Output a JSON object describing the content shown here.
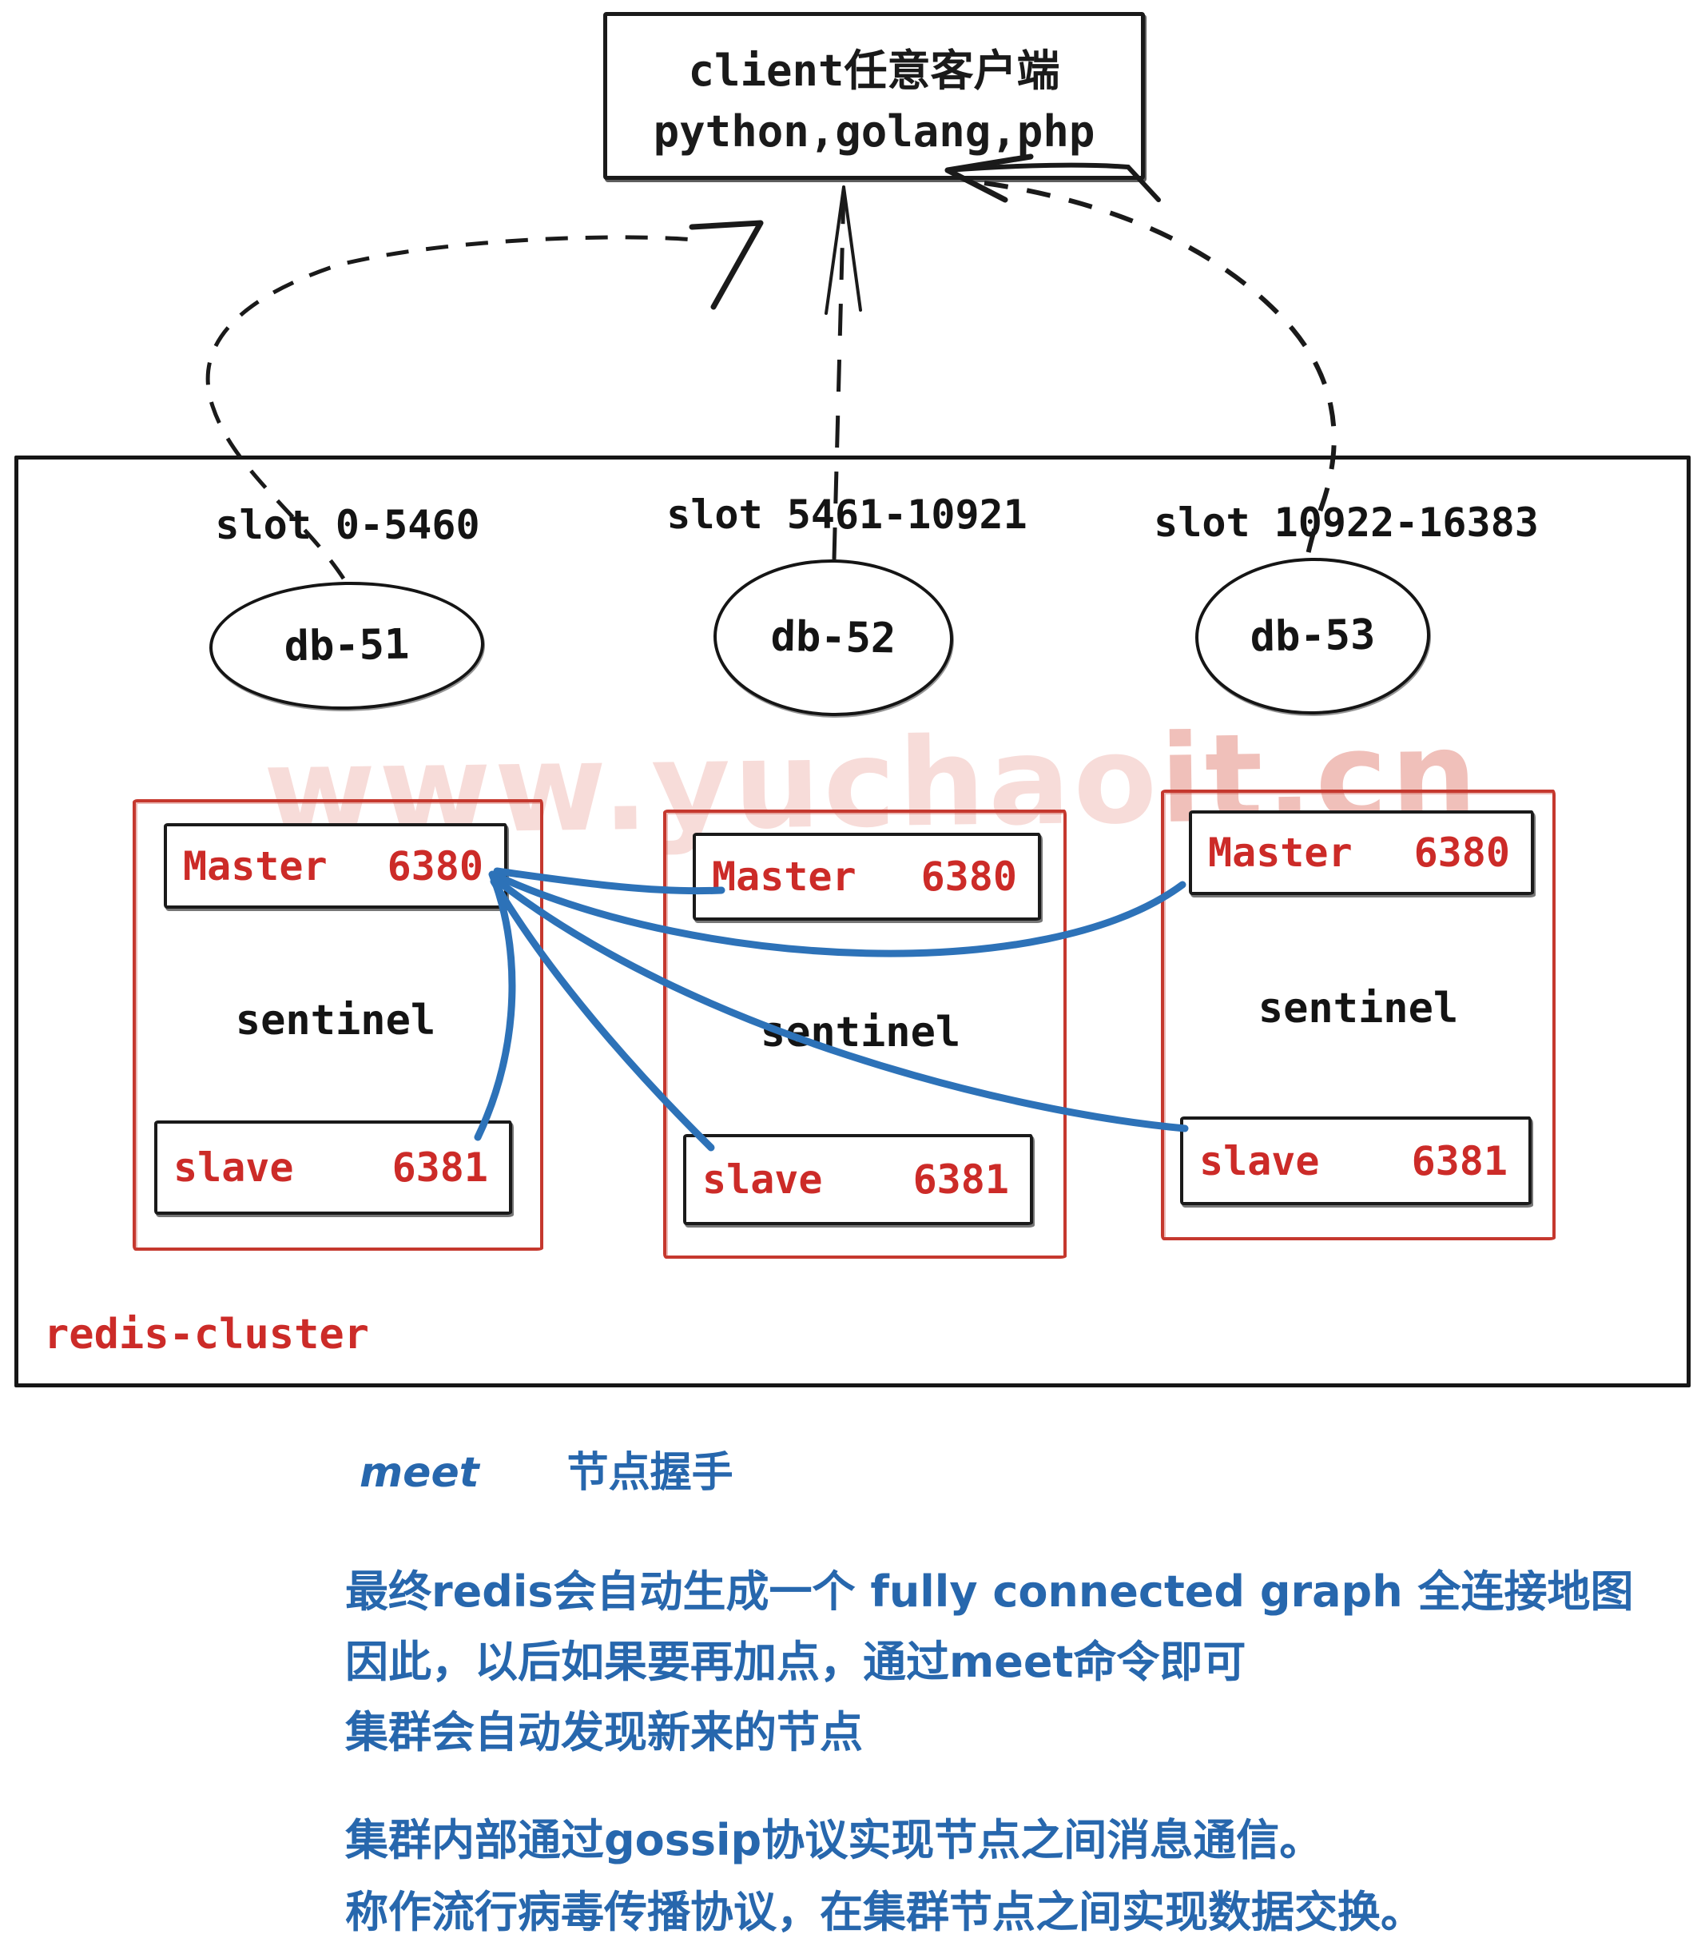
{
  "client_box": {
    "line1": "client任意客户端",
    "line2": "python,golang,php"
  },
  "slots": [
    {
      "label": "slot 0-5460",
      "db": "db-51"
    },
    {
      "label": "slot 5461-10921",
      "db": "db-52"
    },
    {
      "label": "slot 10922-16383",
      "db": "db-53"
    }
  ],
  "cluster": {
    "label": "redis-cluster",
    "nodes": [
      {
        "master_label": "Master",
        "master_port": "6380",
        "middleware": "sentinel",
        "slave_label": "slave",
        "slave_port": "6381"
      },
      {
        "master_label": "Master",
        "master_port": "6380",
        "middleware": "sentinel",
        "slave_label": "slave",
        "slave_port": "6381"
      },
      {
        "master_label": "Master",
        "master_port": "6380",
        "middleware": "sentinel",
        "slave_label": "slave",
        "slave_port": "6381"
      }
    ]
  },
  "watermark": {
    "part1": "www.yuchao",
    "part2": "it.cn"
  },
  "notes": {
    "meet_keyword": "meet",
    "meet_text": "节点握手",
    "para1": [
      "最终redis会自动生成一个 fully connected graph 全连接地图",
      "因此，以后如果要再加点，通过meet命令即可",
      "集群会自动发现新来的节点"
    ],
    "para2": [
      "集群内部通过gossip协议实现节点之间消息通信。",
      "称作流行病毒传播协议，在集群节点之间实现数据交换。"
    ]
  },
  "colors": {
    "ink": "#1a1a1a",
    "red_line": "#c5382e",
    "red_text": "#cc2b28",
    "blue_line": "#2d72b8",
    "blue_text": "#2767ad",
    "watermark_light": "#f7dcd9",
    "watermark_dark": "#f0c0ba"
  }
}
